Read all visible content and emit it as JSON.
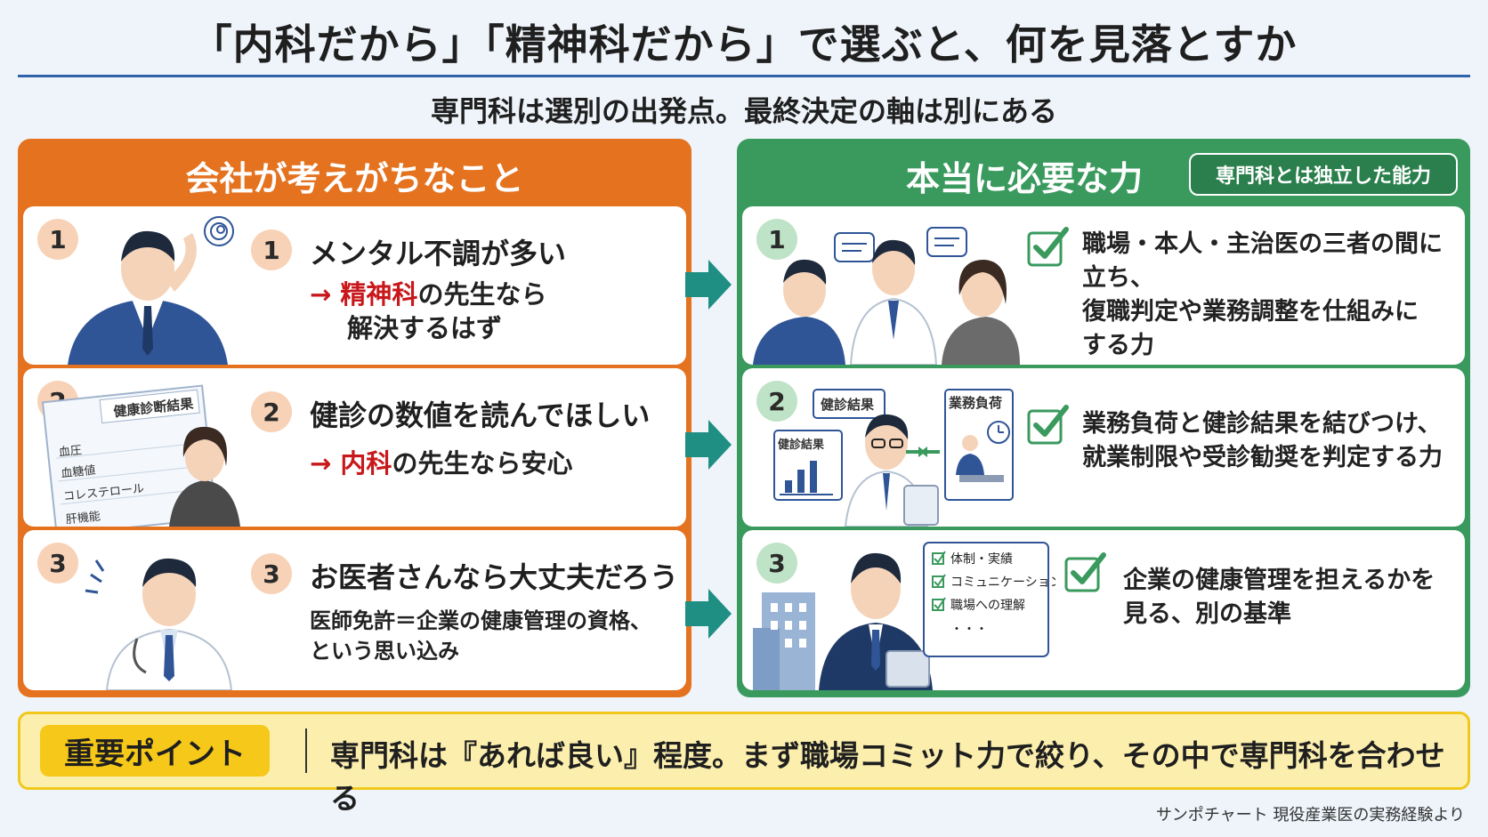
{
  "title": "「内科だから」「精神科だから」で選ぶと、何を見落とすか",
  "subtitle": "専門科は選別の出発点。最終決定の軸は別にある",
  "left": {
    "heading": "会社が考えがちなこと",
    "items": [
      {
        "num": "1",
        "title": "メンタル不調が多い",
        "arrow": "→",
        "highlight": "精神科",
        "rest1": "の先生なら",
        "rest2": "解決するはず"
      },
      {
        "num": "2",
        "title": "健診の数値を読んでほしい",
        "arrow": "→",
        "highlight": "内科",
        "rest1": "の先生なら安心",
        "doc_title": "健康診断結果",
        "doc_rows": [
          "血圧",
          "血糖値",
          "コレステロール",
          "肝機能"
        ]
      },
      {
        "num": "3",
        "title": "お医者さんなら大丈夫だろう",
        "line1": "医師免許＝企業の健康管理の資格、",
        "line2": "という思い込み"
      }
    ]
  },
  "right": {
    "heading": "本当に必要な力",
    "pill": "専門科とは独立した能力",
    "items": [
      {
        "num": "1",
        "lines": [
          "職場・本人・主治医の三者の間に立ち、",
          "復職判定や業務調整を仕組みに",
          "する力"
        ]
      },
      {
        "num": "2",
        "lines": [
          "業務負荷と健診結果を結びつけ、",
          "就業制限や受診勧奨を判定する力"
        ],
        "box_a": "健診結果",
        "box_b": "業務負荷",
        "box_c": "健診結果"
      },
      {
        "num": "3",
        "lines": [
          "企業の健康管理を担えるかを",
          "見る、別の基準"
        ],
        "checklist": [
          "体制・実績",
          "コミュニケーション力",
          "職場への理解",
          "・・・"
        ]
      }
    ]
  },
  "bottom": {
    "label": "重要ポイント",
    "text": "専門科は『あれば良い』程度。まず職場コミット力で絞り、その中で専門科を合わせる"
  },
  "footer": "サンポチャート 現役産業医の実務経験より",
  "colors": {
    "orange": "#e4721f",
    "green": "#3a9a5e",
    "teal_arrow": "#1f8f84",
    "highlight_red": "#c8181b",
    "yellow": "#f5c81a"
  }
}
